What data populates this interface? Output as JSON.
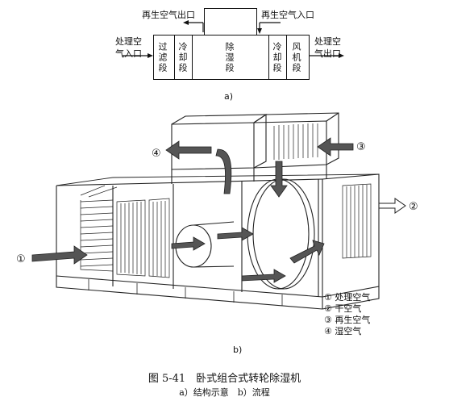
{
  "schematic": {
    "regen_out": "再生空气出口",
    "regen_in": "再生空气入口",
    "process_in": "处理空气入口",
    "process_out": "处理空气出口",
    "sections": [
      "过滤段",
      "冷却段",
      "除湿段",
      "冷却段",
      "风机段"
    ],
    "label": "a)"
  },
  "drawing": {
    "label": "b)",
    "markers": [
      "①",
      "②",
      "③",
      "④"
    ],
    "legend": [
      {
        "num": "①",
        "text": "处理空气"
      },
      {
        "num": "②",
        "text": "干空气"
      },
      {
        "num": "③",
        "text": "再生空气"
      },
      {
        "num": "④",
        "text": "湿空气"
      }
    ]
  },
  "caption": {
    "title": "图 5-41　卧式组合式转轮除湿机",
    "subtitle": "a）结构示意　b）流程"
  },
  "icons": [
    "arrow-right-icon",
    "arrow-left-icon"
  ]
}
